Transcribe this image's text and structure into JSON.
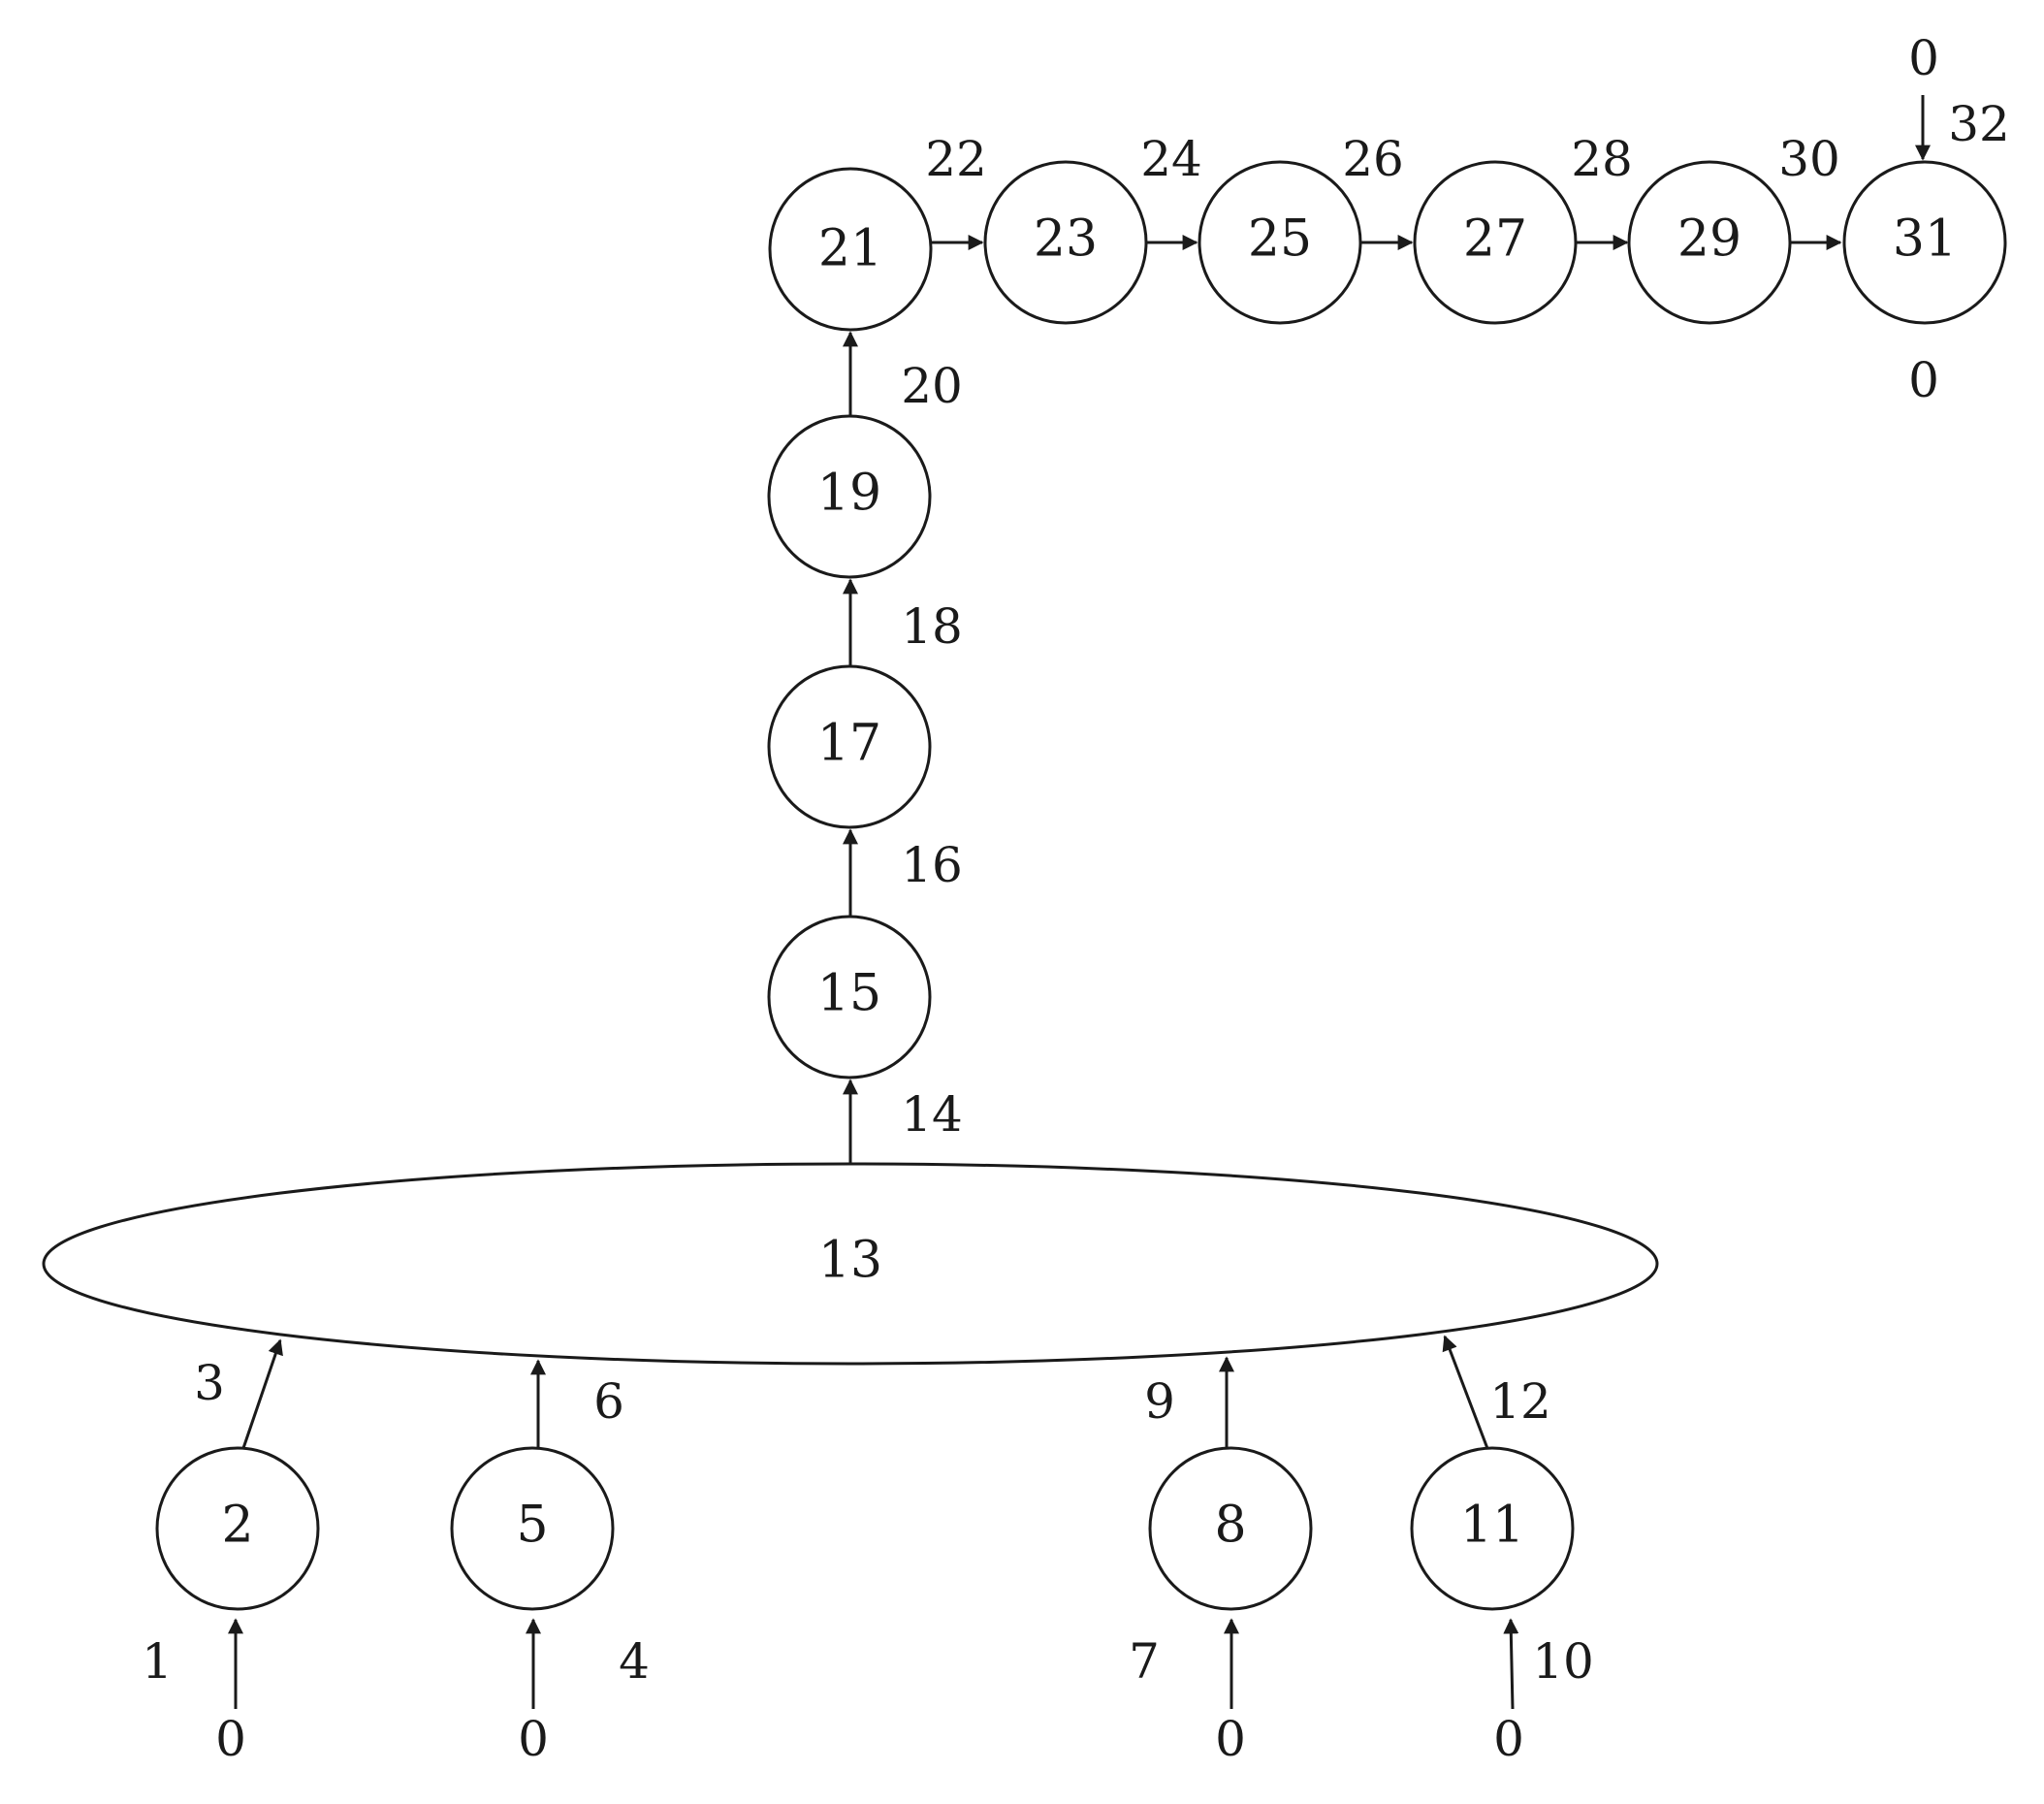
{
  "nodes": [
    {
      "id": "2",
      "label": "2"
    },
    {
      "id": "5",
      "label": "5"
    },
    {
      "id": "8",
      "label": "8"
    },
    {
      "id": "11",
      "label": "11"
    },
    {
      "id": "13",
      "label": "13"
    },
    {
      "id": "15",
      "label": "15"
    },
    {
      "id": "17",
      "label": "17"
    },
    {
      "id": "19",
      "label": "19"
    },
    {
      "id": "21",
      "label": "21"
    },
    {
      "id": "23",
      "label": "23"
    },
    {
      "id": "25",
      "label": "25"
    },
    {
      "id": "27",
      "label": "27"
    },
    {
      "id": "29",
      "label": "29"
    },
    {
      "id": "31",
      "label": "31"
    }
  ],
  "edges": [
    {
      "label": "1",
      "from": "0",
      "to": "2"
    },
    {
      "label": "4",
      "from": "0",
      "to": "5"
    },
    {
      "label": "7",
      "from": "0",
      "to": "8"
    },
    {
      "label": "10",
      "from": "0",
      "to": "11"
    },
    {
      "label": "3",
      "from": "2",
      "to": "13"
    },
    {
      "label": "6",
      "from": "5",
      "to": "13"
    },
    {
      "label": "9",
      "from": "8",
      "to": "13"
    },
    {
      "label": "12",
      "from": "11",
      "to": "13"
    },
    {
      "label": "14",
      "from": "13",
      "to": "15"
    },
    {
      "label": "16",
      "from": "15",
      "to": "17"
    },
    {
      "label": "18",
      "from": "17",
      "to": "19"
    },
    {
      "label": "20",
      "from": "19",
      "to": "21"
    },
    {
      "label": "22",
      "from": "21",
      "to": "23"
    },
    {
      "label": "24",
      "from": "23",
      "to": "25"
    },
    {
      "label": "26",
      "from": "25",
      "to": "27"
    },
    {
      "label": "28",
      "from": "27",
      "to": "29"
    },
    {
      "label": "30",
      "from": "29",
      "to": "31"
    },
    {
      "label": "32",
      "from": "0",
      "to": "31"
    }
  ],
  "source_labels": [
    "0",
    "0",
    "0",
    "0",
    "0"
  ],
  "isolated_labels": [
    "0"
  ]
}
